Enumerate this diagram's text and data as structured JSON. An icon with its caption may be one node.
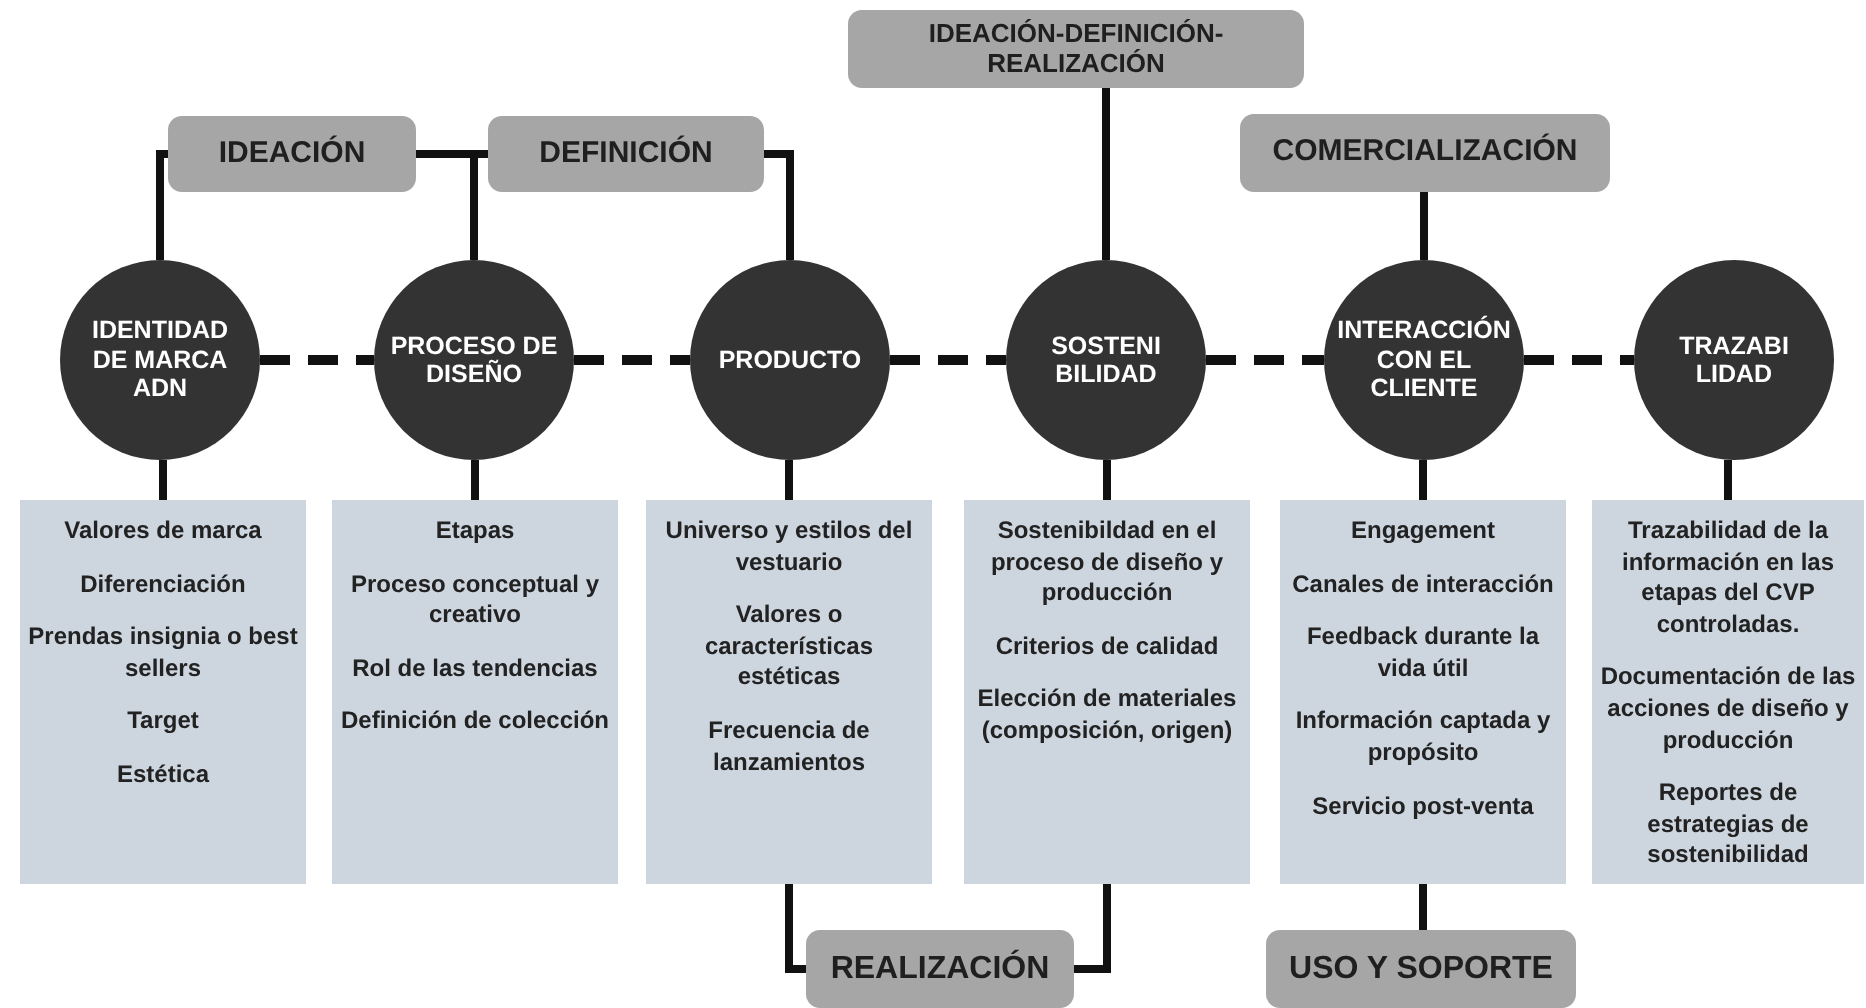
{
  "diagram": {
    "nodes": [
      {
        "text": [
          "IDEACIÓN"
        ]
      },
      {
        "text": [
          "DEFINICIÓN"
        ]
      },
      {
        "text": [
          "IDEACIÓN-DEFINICIÓN-REALIZACIÓN"
        ]
      },
      {
        "text": [
          "COMERCIALIZACIÓN"
        ]
      },
      {
        "text": [
          "IDENTIDAD DE MARCA ADN"
        ]
      },
      {
        "text": [
          "PROCESO DE DISEÑO"
        ]
      },
      {
        "text": [
          "PRODUCTO"
        ]
      },
      {
        "text": [
          "SOSTENI BILIDAD"
        ]
      },
      {
        "text": [
          "INTERACCIÓN CON EL CLIENTE"
        ]
      },
      {
        "text": [
          "TRAZABI LIDAD"
        ]
      },
      {
        "text": [
          "Valores de marca",
          "Diferenciación",
          "Prendas insignia o best sellers",
          "Target",
          "Estética"
        ]
      },
      {
        "text": [
          "Etapas",
          "Proceso conceptual y creativo",
          "Rol de las tendencias",
          "Definición de colección"
        ]
      },
      {
        "text": [
          "Universo y estilos del vestuario",
          "Valores o características estéticas",
          "Frecuencia de lanzamientos"
        ]
      },
      {
        "text": [
          "Sostenibildad en el proceso de diseño y producción",
          "Criterios de calidad",
          "Elección de materiales (composición, origen)"
        ]
      },
      {
        "text": [
          "Engagement",
          "Canales de interacción",
          "Feedback durante la vida útil",
          "Información captada y propósito",
          "Servicio post-venta"
        ]
      },
      {
        "text": [
          "Trazabilidad de la información en las etapas del CVP controladas.",
          "Documentación de las acciones de diseño y producción",
          "Reportes de estrategias de sostenibilidad"
        ]
      },
      {
        "text": [
          "REALIZACIÓN"
        ]
      },
      {
        "text": [
          "USO Y SOPORTE"
        ]
      }
    ],
    "edges": [
      {
        "from": 4,
        "to": 5,
        "arrow": "none",
        "style": "dashed"
      },
      {
        "from": 5,
        "to": 6,
        "arrow": "none",
        "style": "dashed"
      },
      {
        "from": 6,
        "to": 7,
        "arrow": "none",
        "style": "dashed"
      },
      {
        "from": 7,
        "to": 8,
        "arrow": "none",
        "style": "dashed"
      },
      {
        "from": 8,
        "to": 9,
        "arrow": "none",
        "style": "dashed"
      },
      {
        "from": 0,
        "to": 4,
        "arrow": "none"
      },
      {
        "from": 0,
        "to": 5,
        "arrow": "none"
      },
      {
        "from": 1,
        "to": 5,
        "arrow": "none"
      },
      {
        "from": 1,
        "to": 6,
        "arrow": "none"
      },
      {
        "from": 2,
        "to": 7,
        "arrow": "none"
      },
      {
        "from": 3,
        "to": 8,
        "arrow": "none"
      },
      {
        "from": 4,
        "to": 10,
        "arrow": "none"
      },
      {
        "from": 5,
        "to": 11,
        "arrow": "none"
      },
      {
        "from": 6,
        "to": 12,
        "arrow": "none"
      },
      {
        "from": 7,
        "to": 13,
        "arrow": "none"
      },
      {
        "from": 8,
        "to": 14,
        "arrow": "none"
      },
      {
        "from": 9,
        "to": 15,
        "arrow": "none"
      },
      {
        "from": 16,
        "to": 12,
        "arrow": "none"
      },
      {
        "from": 16,
        "to": 13,
        "arrow": "none"
      },
      {
        "from": 17,
        "to": 14,
        "arrow": "none"
      }
    ]
  }
}
